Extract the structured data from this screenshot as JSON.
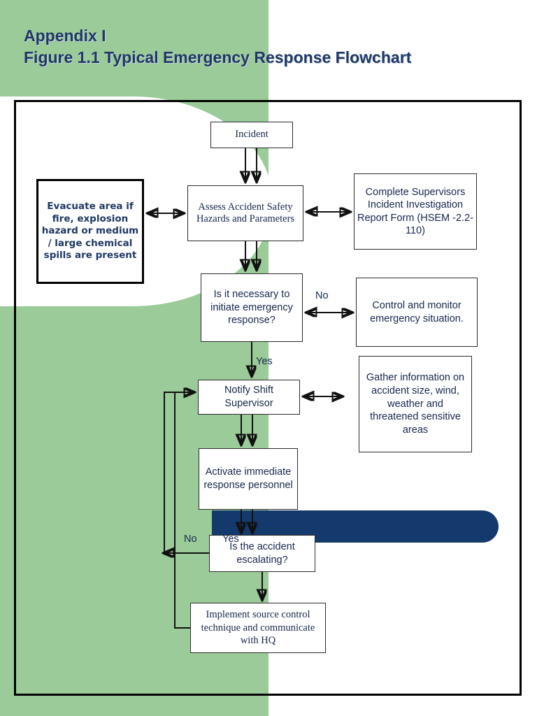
{
  "title": {
    "line1": "Appendix I",
    "line2": "Figure 1.1 Typical Emergency Response Flowchart"
  },
  "colors": {
    "green_band": "#9BCB99",
    "navy_bar": "#14396C",
    "title_text": "#1F3864",
    "node_text": "#17274D",
    "frame_border": "#000000"
  },
  "flowchart": {
    "type": "flowchart",
    "nodes": [
      {
        "id": "incident",
        "label": "Incident"
      },
      {
        "id": "assess",
        "label": "Assess Accident Safety Hazards and Parameters"
      },
      {
        "id": "evacuate",
        "label": "Evacuate area if fire, explosion hazard or medium / large chemical spills are present"
      },
      {
        "id": "complete",
        "label": "Complete Supervisors Incident Investigation Report Form (HSEM -2.2-110)"
      },
      {
        "id": "necessary",
        "label": "Is it necessary to initiate emergency response?"
      },
      {
        "id": "control",
        "label": "Control and monitor emergency situation."
      },
      {
        "id": "gather",
        "label": "Gather information on accident size, wind, weather and threatened sensitive areas"
      },
      {
        "id": "notify",
        "label": "Notify Shift Supervisor"
      },
      {
        "id": "activate",
        "label": "Activate immediate response personnel"
      },
      {
        "id": "escalating",
        "label": "Is the accident escalating?"
      },
      {
        "id": "implement",
        "label": "Implement source control technique and communicate with HQ"
      }
    ],
    "edge_labels": {
      "necessary_no": "No",
      "necessary_yes": "Yes",
      "escalating_yes": "Yes",
      "escalating_no": "No"
    },
    "edges": [
      {
        "from": "incident",
        "to": "assess",
        "label": ""
      },
      {
        "from": "assess",
        "to": "evacuate",
        "label": ""
      },
      {
        "from": "assess",
        "to": "complete",
        "label": ""
      },
      {
        "from": "assess",
        "to": "necessary",
        "label": ""
      },
      {
        "from": "necessary",
        "to": "control",
        "label": "No"
      },
      {
        "from": "necessary",
        "to": "notify",
        "label": "Yes"
      },
      {
        "from": "notify",
        "to": "gather",
        "label": ""
      },
      {
        "from": "notify",
        "to": "activate",
        "label": ""
      },
      {
        "from": "activate",
        "to": "escalating",
        "label": "Yes"
      },
      {
        "from": "escalating",
        "to": "notify",
        "label": "No"
      },
      {
        "from": "escalating",
        "to": "implement",
        "label": ""
      },
      {
        "from": "implement",
        "to": "notify",
        "label": ""
      }
    ]
  }
}
